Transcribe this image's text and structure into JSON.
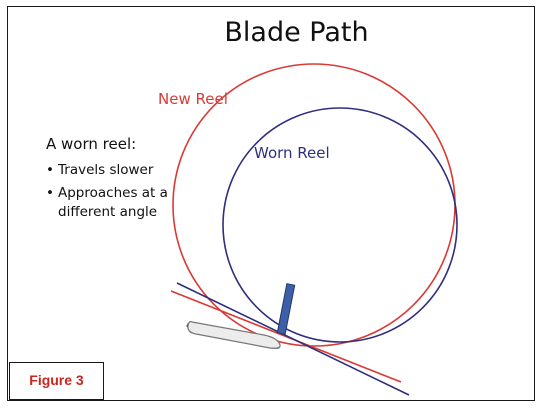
{
  "title": "Blade Path",
  "labels": {
    "new_reel": "New Reel",
    "worn_reel": "Worn Reel"
  },
  "notes": {
    "heading": "A worn reel:",
    "items": [
      "Travels slower",
      "Approaches at a different angle"
    ]
  },
  "figure_label": "Figure 3",
  "colors": {
    "new_reel": "#d93a35",
    "worn_reel": "#2e2f7e",
    "blade": "#3d5fa8",
    "bedknife": "#e8e8e8",
    "figure_label": "#c8261f"
  }
}
